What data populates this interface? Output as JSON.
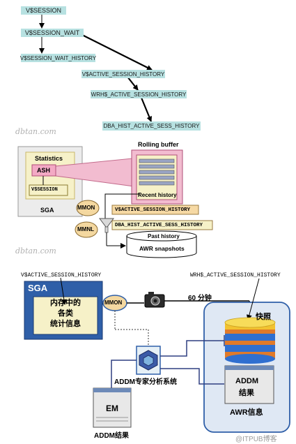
{
  "diagram1": {
    "nodes": [
      "V$SESSION",
      "V$SESSION_WAIT",
      "V$SESSION_WAIT_HISTORY",
      "V$ACTIVE_SESSION_HISTORY",
      "WRH$_ACTIVE_SESSION_HISTORY",
      "DBA_HIST_ACTIVE_SESS_HISTORY"
    ],
    "watermark": "dbtan.com"
  },
  "diagram2": {
    "sga_label": "SGA",
    "statistics_label": "Statistics",
    "ash_label": "ASH",
    "vsession_label": "V$SESSION",
    "rolling_buffer_label": "Rolling buffer",
    "recent_history_label": "Recent history",
    "mmon_label": "MMON",
    "mmnl_label": "MMNL",
    "view1_label": "V$ACTIVE_SESSION_HISTORY",
    "view2_label": "DBA_HIST_ACTIVE_SESS_HISTORY",
    "past_history_label": "Past history",
    "awr_snapshots_label": "AWR snapshots",
    "watermark": "dbtan.com"
  },
  "diagram3": {
    "v_ash_label": "V$ACTIVE_SESSION_HISTORY",
    "wrh_label": "WRH$_ACTIVE_SESSION_HISTORY",
    "sga_label": "SGA",
    "memory_stats_lines": [
      "内存中的",
      "各类",
      "统计信息"
    ],
    "mmon_label": "MMON",
    "interval_label": "60 分钟",
    "snapshot_label": "快照",
    "addm_result_line1": "ADDM",
    "addm_result_line2": "结果",
    "awr_info_label": "AWR信息",
    "addm_system_label": "ADDM专家分析系统",
    "em_label": "EM",
    "addm_results_bottom_label": "ADDM结果",
    "watermark": "@ITPUB博客",
    "colors": {
      "sga_blue": "#2f5fa8",
      "cream": "#f6f1c8",
      "mmon_fill": "#f4d8a0"
    }
  }
}
